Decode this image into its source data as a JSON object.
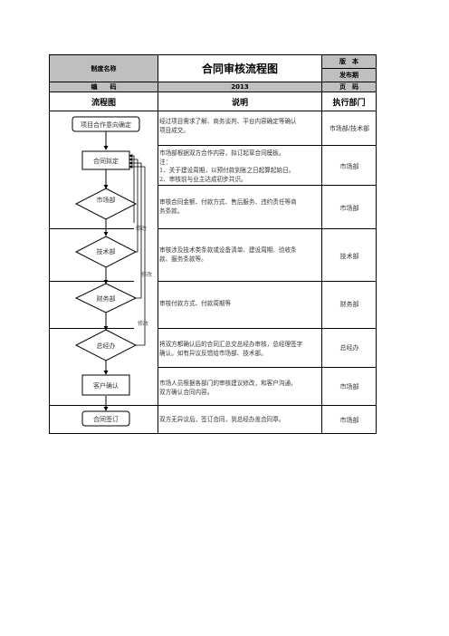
{
  "header": {
    "system_name_label": "制度名称",
    "doc_title": "合同审核流程图",
    "version_label": "版　本",
    "publish_date_label": "发布期",
    "code_label": "编　　码",
    "code_value": "2013",
    "page_label": "页　码"
  },
  "columns": {
    "flow": "流程图",
    "desc": "说明",
    "dept": "执行部门"
  },
  "steps": [
    {
      "node": "项目合作意向确定",
      "desc": [
        "经过项目需求了解、商务谈判、平台内容确定等确认",
        "项目成交。"
      ],
      "dept": "市场部/技术部"
    },
    {
      "node": "合同拟定",
      "desc": [
        "市场部根据双方合作内容，拟订起草合同模板。",
        "注：",
        "1、关于建设周期，以预付款到账之日起算起始日。",
        "2、审核前与业主达成初步共识。"
      ],
      "dept": "市场部"
    },
    {
      "node": "市场部",
      "desc": [
        "审核合同金额、付款方式、售后服务、违约责任等商",
        "务条款。"
      ],
      "dept": "市场部"
    },
    {
      "node": "技术部",
      "desc": [
        "审核涉及技术类条款或设备清单、建设周期、验收条",
        "款、服务条款等。"
      ],
      "dept": "技术部"
    },
    {
      "node": "财务部",
      "desc": [
        "审核付款方式、付款周期等"
      ],
      "dept": "财务部"
    },
    {
      "node": "总经办",
      "desc": [
        "将双方都确认后的合同汇总交总经办审核，总经理签字",
        "确认。如有异议反馈给市场部、技术部。"
      ],
      "dept": "总经办"
    },
    {
      "node": "客户确认",
      "desc": [
        "市场人员根据各部门的审核建议修改，和客户沟通，",
        "双方确认合同内容。"
      ],
      "dept": "市场部"
    },
    {
      "node": "合同签订",
      "desc": [
        "双方无异议后，签订合同，到总经办盖合同章。"
      ],
      "dept": "市场部"
    }
  ],
  "loop_labels": [
    "修改",
    "修改",
    "修改"
  ],
  "colors": {
    "border": "#000000",
    "header_fill": "#bfbfbf",
    "flow_line": "#000000"
  }
}
